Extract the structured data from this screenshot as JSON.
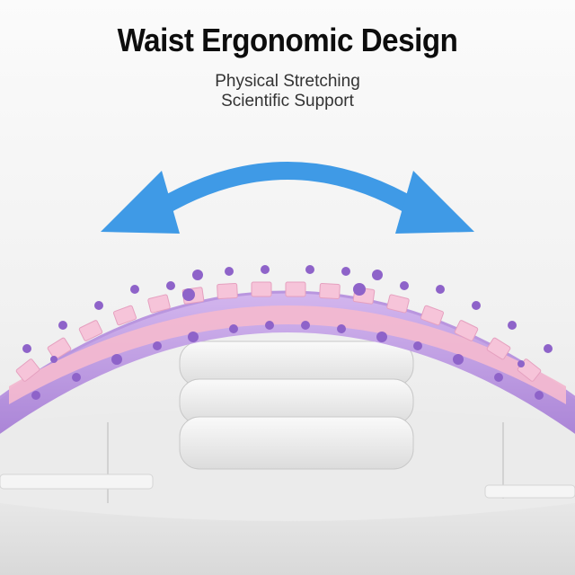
{
  "banner": {
    "title": "Waist Ergonomic Design",
    "subtitle_line1": "Physical Stretching",
    "subtitle_line2": "Scientific Support"
  },
  "product": {
    "name_icon": "back-stretcher-arch",
    "arch_color": "#c7a4e6",
    "nub_color": "#8e63c9",
    "pad_color": "#f2b8d0",
    "base_color": "#ededed"
  },
  "arrow": {
    "icon": "double-headed-curved-arrow",
    "color": "#3f9ae6"
  }
}
